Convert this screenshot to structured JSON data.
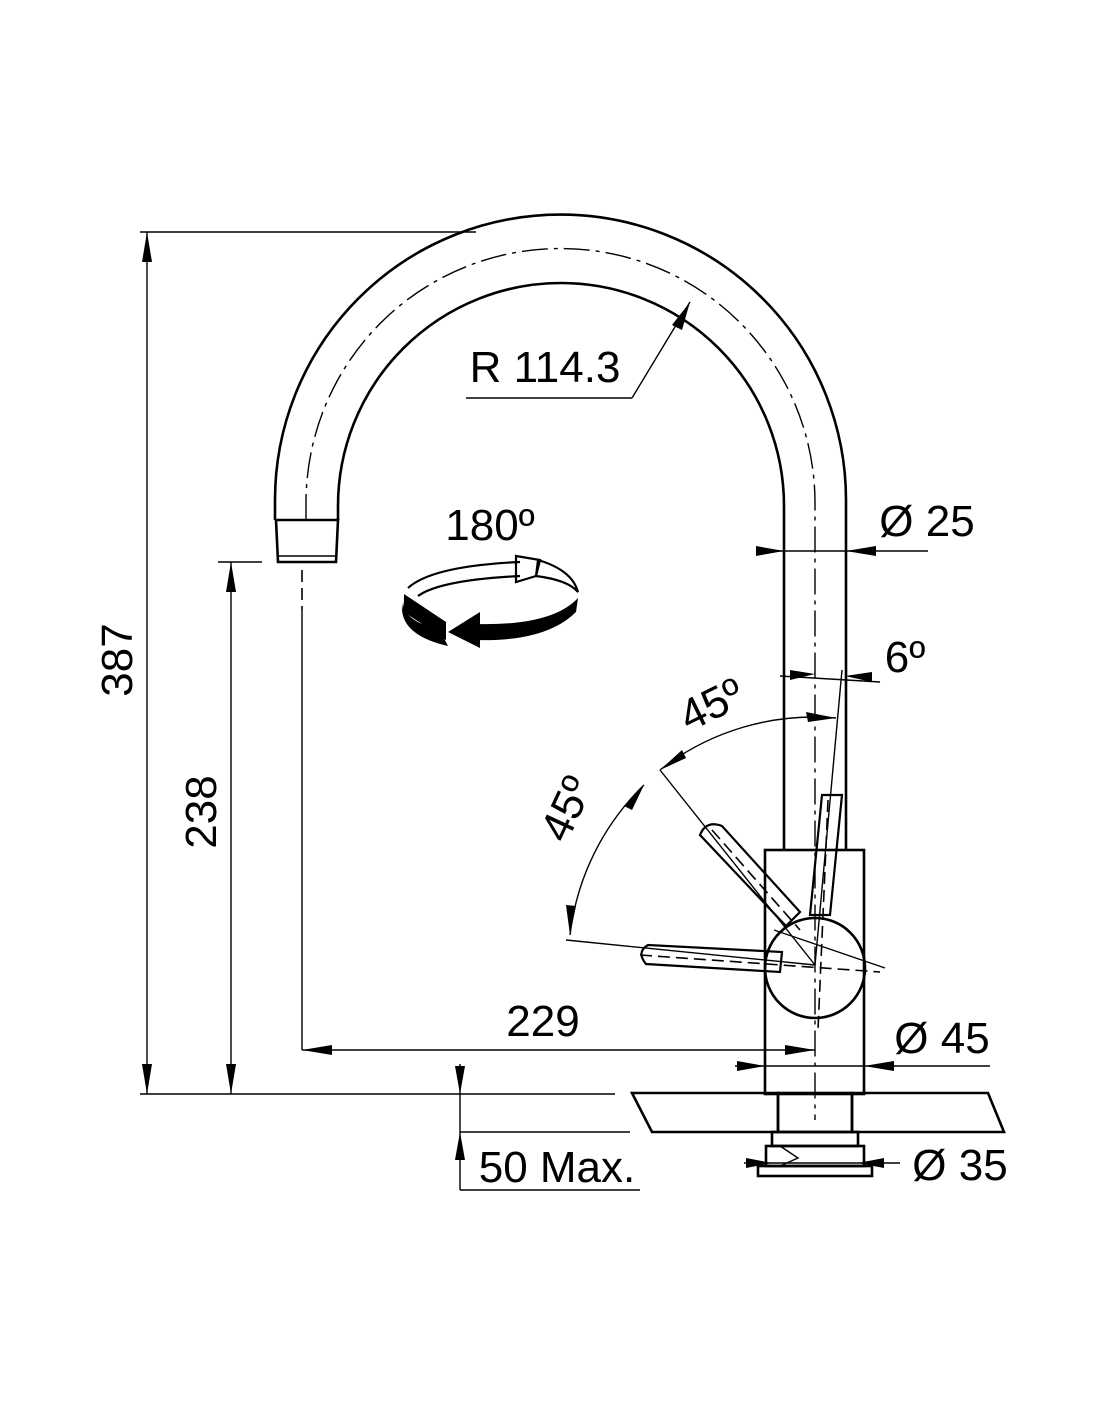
{
  "dimensions": {
    "total_height": "387",
    "spout_height": "238",
    "reach": "229",
    "radius": "R 114.3",
    "spout_diameter": "Ø 25",
    "body_diameter": "Ø 45",
    "hole_diameter": "Ø 35",
    "max_thickness": "50 Max."
  },
  "angles": {
    "swivel": "180º",
    "lever_tilt": "6º",
    "lever_range_upper": "45º",
    "lever_range_lower": "45º"
  },
  "icons": [
    "rotation-arrow-icon"
  ],
  "colors": {
    "line": "#000000",
    "background": "#ffffff"
  }
}
